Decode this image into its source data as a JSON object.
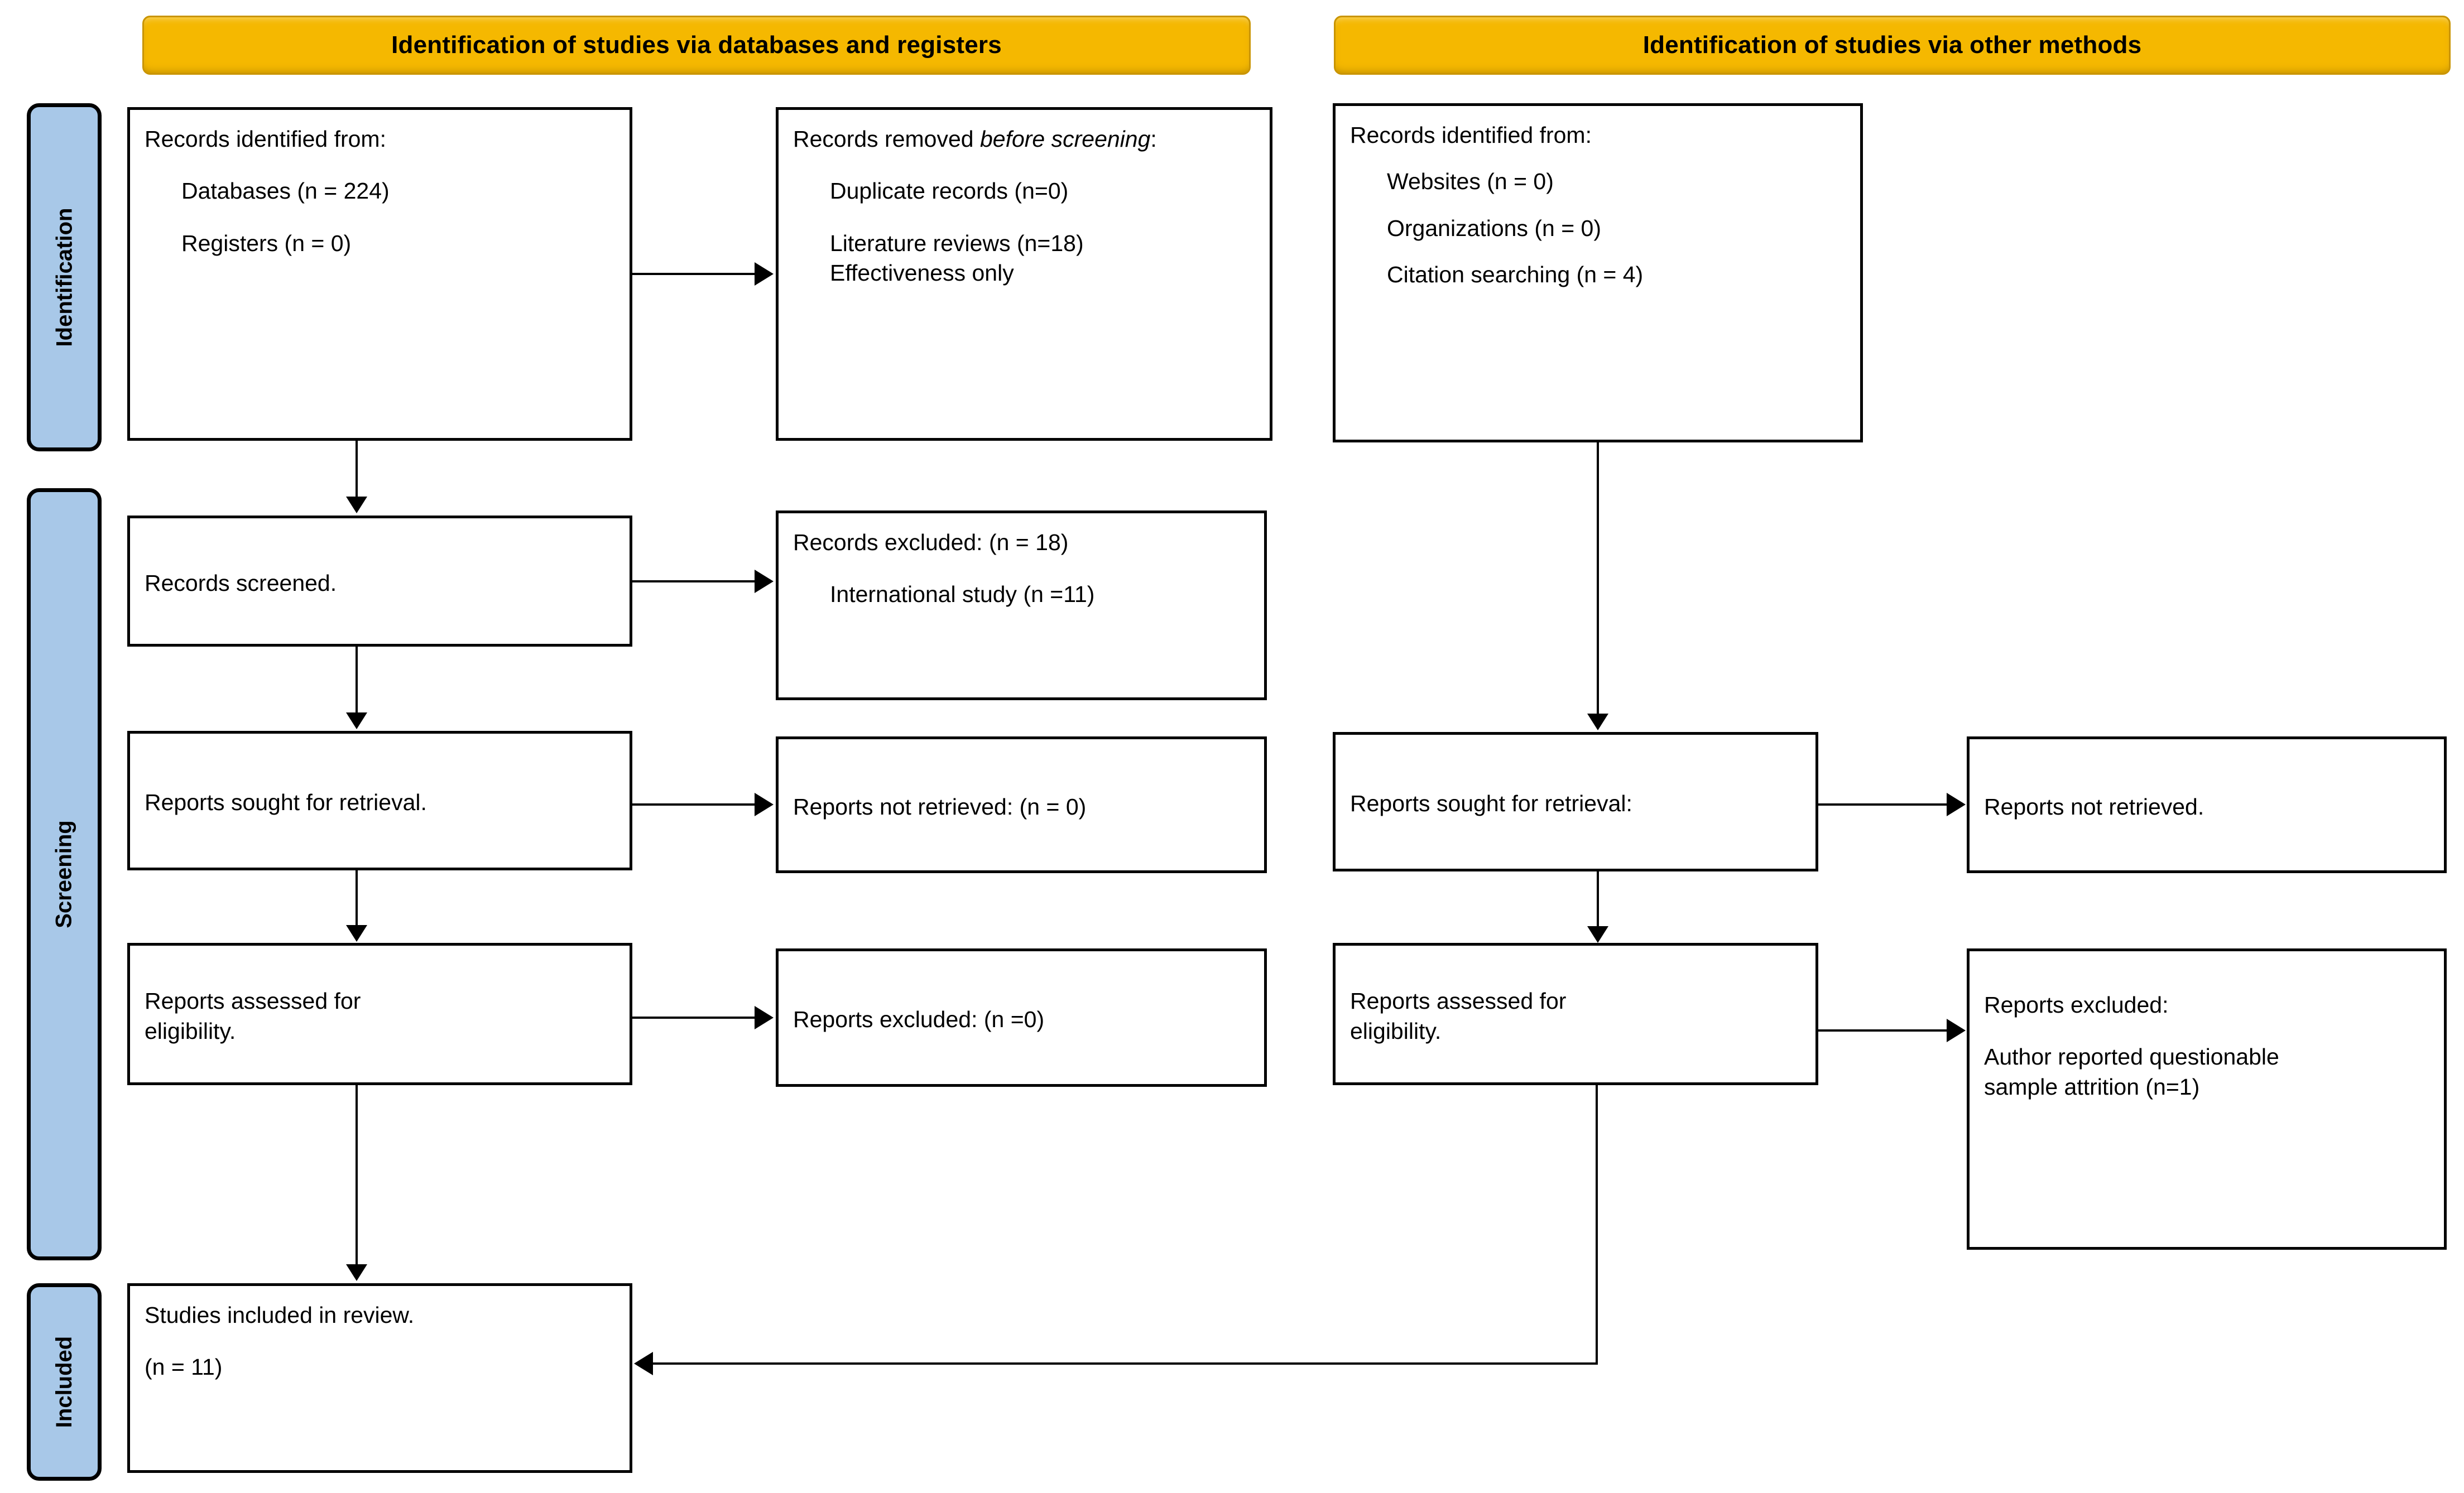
{
  "diagram": {
    "title": "PRISMA 2020 flow diagram",
    "colors": {
      "banner_fill": "#F5B800",
      "banner_border": "#C99400",
      "stage_fill": "#A8C8E8",
      "stage_border": "#000000",
      "box_border": "#000000",
      "box_fill": "#FFFFFF",
      "connector": "#000000"
    }
  },
  "banners": {
    "left": "Identification of studies via databases and registers",
    "right": "Identification of studies via other methods"
  },
  "stages": {
    "identification": "Identification",
    "screening": "Screening",
    "included": "Included"
  },
  "left_column": {
    "identified": {
      "title": "Records identified from:",
      "item1": "Databases (n = 224)",
      "item2": "Registers (n = 0)"
    },
    "removed": {
      "title_pre": "Records removed ",
      "title_em": "before screening",
      "title_post": ":",
      "item1": "Duplicate records (n=0)",
      "item2": "Literature reviews (n=18)",
      "item3": "Effectiveness only"
    },
    "screened": {
      "title": "Records screened."
    },
    "records_excluded": {
      "title": "Records excluded: (n = 18)",
      "item1": "International study (n =11)"
    },
    "sought": {
      "title": "Reports sought for retrieval."
    },
    "not_retrieved": {
      "title": "Reports not retrieved: (n = 0)"
    },
    "assessed": {
      "line1": "Reports assessed for",
      "line2": "eligibility."
    },
    "reports_excluded": {
      "title": "Reports excluded: (n =0)"
    },
    "included": {
      "line1": "Studies included in review.",
      "line2": "(n = 11)"
    }
  },
  "right_column": {
    "identified": {
      "title": "Records identified from:",
      "item1": "Websites (n = 0)",
      "item2": "Organizations (n = 0)",
      "item3": "Citation searching (n = 4)"
    },
    "sought": {
      "title": "Reports sought for retrieval:"
    },
    "not_retrieved": {
      "title": "Reports not retrieved."
    },
    "assessed": {
      "line1": "Reports assessed for",
      "line2": "eligibility."
    },
    "reports_excluded": {
      "title": "Reports excluded:",
      "item1": "Author reported questionable",
      "item2": "sample attrition (n=1)"
    }
  }
}
